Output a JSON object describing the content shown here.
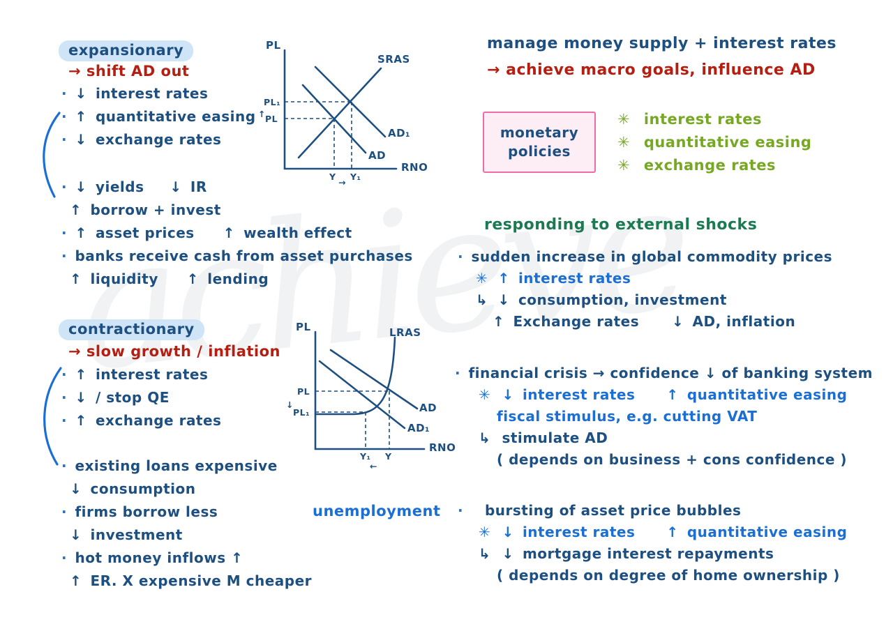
{
  "meta": {
    "title": "Monetary Policy handwritten revision notes",
    "watermark_text": "achieve",
    "colors": {
      "navy": "#1d4f80",
      "bright_blue": "#1b6fd4",
      "red": "#b51f12",
      "green": "#1c7a52",
      "olive": "#77a824",
      "pink_border": "#f06ca8",
      "pink_fill": "#fdeef6",
      "highlight_blue": "#cfe4f7"
    }
  },
  "left_column": {
    "expansionary": {
      "heading": "expansionary",
      "subheading": "→ shift AD out",
      "policies": [
        {
          "bullet": "·",
          "arrow": "↓",
          "text": "interest rates"
        },
        {
          "bullet": "·",
          "arrow": "↑",
          "text": "quantitative easing"
        },
        {
          "bullet": "·",
          "arrow": "↓",
          "text": "exchange rates"
        }
      ],
      "effects": [
        {
          "bullet": "·",
          "parts": [
            {
              "arrow": "↓",
              "text": "yields"
            },
            {
              "arrow": "↓",
              "text": "IR"
            }
          ]
        },
        {
          "bullet": "",
          "parts": [
            {
              "arrow": "↑",
              "text": "borrow + invest"
            }
          ]
        },
        {
          "bullet": "·",
          "parts": [
            {
              "arrow": "↑",
              "text": "asset prices"
            },
            {
              "arrow": "↑",
              "text": "wealth effect"
            }
          ]
        },
        {
          "bullet": "·",
          "parts": [
            {
              "arrow": "",
              "text": "banks receive cash from  asset purchases"
            }
          ]
        },
        {
          "bullet": "",
          "parts": [
            {
              "arrow": "↑",
              "text": "liquidity"
            },
            {
              "arrow": "↑",
              "text": "lending"
            }
          ]
        }
      ]
    },
    "contractionary": {
      "heading": "contractionary",
      "subheading": "→ slow growth / inflation",
      "policies": [
        {
          "bullet": "·",
          "arrow": "↑",
          "text": "interest rates"
        },
        {
          "bullet": "·",
          "arrow": "↓",
          "text": "/ stop QE"
        },
        {
          "bullet": "·",
          "arrow": "↑",
          "text": "exchange rates"
        }
      ],
      "effects": [
        {
          "bullet": "·",
          "parts": [
            {
              "arrow": "",
              "text": "existing loans expensive"
            }
          ]
        },
        {
          "bullet": "",
          "parts": [
            {
              "arrow": "↓",
              "text": "consumption"
            }
          ]
        },
        {
          "bullet": "·",
          "parts": [
            {
              "arrow": "",
              "text": "firms borrow less"
            }
          ]
        },
        {
          "bullet": "",
          "parts": [
            {
              "arrow": "↓",
              "text": "investment"
            }
          ]
        },
        {
          "bullet": "·",
          "parts": [
            {
              "arrow": "",
              "text": "hot money inflows ↑"
            }
          ]
        },
        {
          "bullet": "",
          "parts": [
            {
              "arrow": "↑",
              "text": "ER.  X expensive  M cheaper"
            }
          ]
        }
      ],
      "side_note": "unemployment"
    }
  },
  "diagram_expansionary": {
    "y_axis_label": "PL",
    "x_axis_label": "RNO",
    "curves": [
      {
        "name": "SRAS",
        "label": "SRAS"
      },
      {
        "name": "AD",
        "label": "AD"
      },
      {
        "name": "AD1",
        "label": "AD₁"
      }
    ],
    "price_levels": [
      "PL₁",
      "PL"
    ],
    "outputs": [
      "Y",
      "Y₁"
    ],
    "pl_direction_arrow": "↑",
    "y_direction_arrow": "→"
  },
  "diagram_contractionary": {
    "y_axis_label": "PL",
    "x_axis_label": "RNO",
    "curves": [
      {
        "name": "LRAS",
        "label": "LRAS"
      },
      {
        "name": "AD",
        "label": "AD"
      },
      {
        "name": "AD1",
        "label": "AD₁"
      }
    ],
    "price_levels": [
      "PL",
      "PL₁"
    ],
    "outputs": [
      "Y₁",
      "Y"
    ],
    "pl_direction_arrow": "↓",
    "y_direction_arrow": "←"
  },
  "right_column": {
    "intro": {
      "line1": "manage money supply + interest rates",
      "line2": "→ achieve macro goals, influence AD"
    },
    "policy_box": {
      "line1": "monetary",
      "line2": "policies"
    },
    "policy_tools": [
      {
        "marker": "✳",
        "text": "interest rates"
      },
      {
        "marker": "✳",
        "text": "quantitative easing"
      },
      {
        "marker": "✳",
        "text": "exchange rates"
      }
    ],
    "shocks_heading": "responding to external shocks",
    "shocks": [
      {
        "bullet": "·",
        "title": "sudden increase in global commodity prices",
        "lines": [
          {
            "marker": "✳",
            "style": "bright",
            "segments": [
              {
                "arrow": "↑",
                "text": "interest rates"
              }
            ]
          },
          {
            "marker": "↳",
            "style": "navy",
            "segments": [
              {
                "arrow": "↓",
                "text": "consumption, investment"
              }
            ]
          },
          {
            "marker": "",
            "style": "navy",
            "segments": [
              {
                "arrow": "↑",
                "text": "Exchange rates"
              },
              {
                "arrow": "↓",
                "text": "AD, inflation"
              }
            ]
          }
        ]
      },
      {
        "bullet": "·",
        "title": "financial crisis → confidence ↓ of banking system",
        "lines": [
          {
            "marker": "✳",
            "style": "bright",
            "segments": [
              {
                "arrow": "↓",
                "text": "interest rates"
              },
              {
                "arrow": "↑",
                "text": "quantitative easing"
              }
            ]
          },
          {
            "marker": "",
            "style": "bright",
            "segments": [
              {
                "arrow": "",
                "text": "fiscal stimulus, e.g. cutting VAT"
              }
            ]
          },
          {
            "marker": "↳",
            "style": "navy",
            "segments": [
              {
                "arrow": "",
                "text": "stimulate AD"
              }
            ]
          },
          {
            "marker": "",
            "style": "navy",
            "segments": [
              {
                "arrow": "",
                "text": "( depends on business + cons confidence )"
              }
            ]
          }
        ]
      },
      {
        "bullet": "·",
        "title": "bursting of asset price bubbles",
        "lines": [
          {
            "marker": "✳",
            "style": "bright",
            "segments": [
              {
                "arrow": "↓",
                "text": "interest rates"
              },
              {
                "arrow": "↑",
                "text": "quantitative easing"
              }
            ]
          },
          {
            "marker": "↳",
            "style": "navy",
            "segments": [
              {
                "arrow": "↓",
                "text": "mortgage interest repayments"
              }
            ]
          },
          {
            "marker": "",
            "style": "navy",
            "segments": [
              {
                "arrow": "",
                "text": "( depends on degree of home ownership )"
              }
            ]
          }
        ]
      }
    ]
  }
}
